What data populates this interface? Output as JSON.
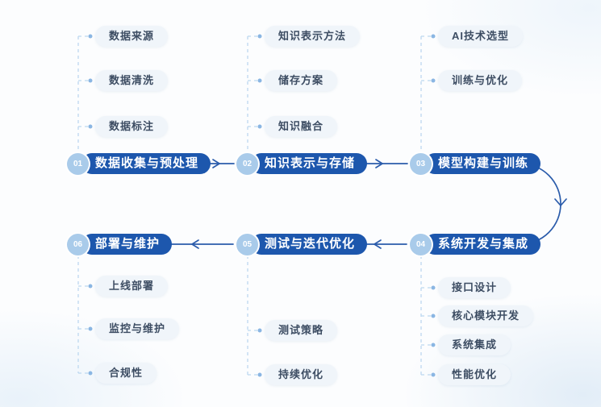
{
  "diagram": {
    "type": "process-flow",
    "language": "zh-CN",
    "steps": [
      {
        "number": "01",
        "label": "数据收集与预处理",
        "children": [
          "数据来源",
          "数据清洗",
          "数据标注"
        ]
      },
      {
        "number": "02",
        "label": "知识表示与存储",
        "children": [
          "知识表示方法",
          "储存方案",
          "知识融合"
        ]
      },
      {
        "number": "03",
        "label": "模型构建与训练",
        "children": [
          "AI技术选型",
          "训练与优化"
        ]
      },
      {
        "number": "04",
        "label": "系统开发与集成",
        "children": [
          "接口设计",
          "核心模块开发",
          "系统集成",
          "性能优化"
        ]
      },
      {
        "number": "05",
        "label": "测试与迭代优化",
        "children": [
          "测试策略",
          "持续优化"
        ]
      },
      {
        "number": "06",
        "label": "部署与维护",
        "children": [
          "上线部署",
          "监控与维护",
          "合规性"
        ]
      }
    ],
    "flow_order": [
      "01",
      "02",
      "03",
      "04",
      "05",
      "06"
    ]
  },
  "colors": {
    "accent": "#1d57ad",
    "circle": "#a9cbea",
    "connector": "#bdd8f0",
    "dot": "#8ab6e3",
    "subpill_bg": "#f0f5fa",
    "subpill_text": "#3d4d63",
    "arrow": "#2b5cab"
  }
}
